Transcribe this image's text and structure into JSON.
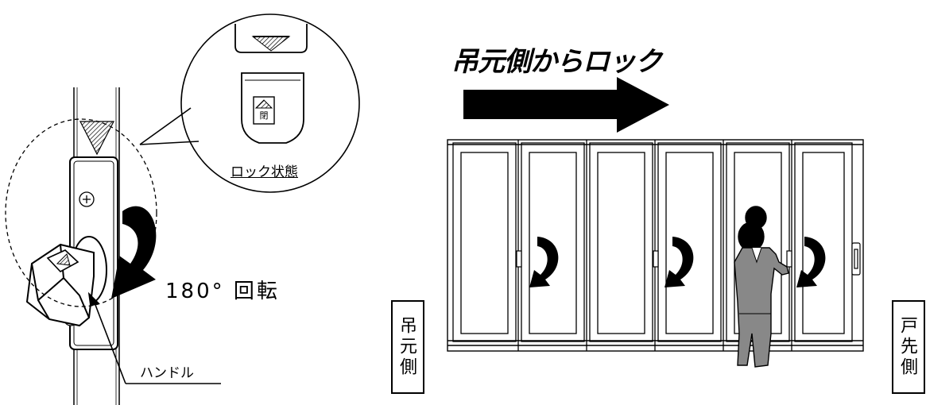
{
  "labels": {
    "title": "吊元側からロック",
    "rotation": "180° 回転",
    "handle": "ハンドル",
    "lock_state": "ロック状態",
    "close_mark": "閉",
    "left_side": "吊元側",
    "right_side": "戸先側"
  },
  "colors": {
    "line": "#000000",
    "background": "#ffffff"
  },
  "icons": [
    "lock-handle-icon",
    "rotate-arrow-icon",
    "direction-arrow-icon",
    "person-icon"
  ]
}
